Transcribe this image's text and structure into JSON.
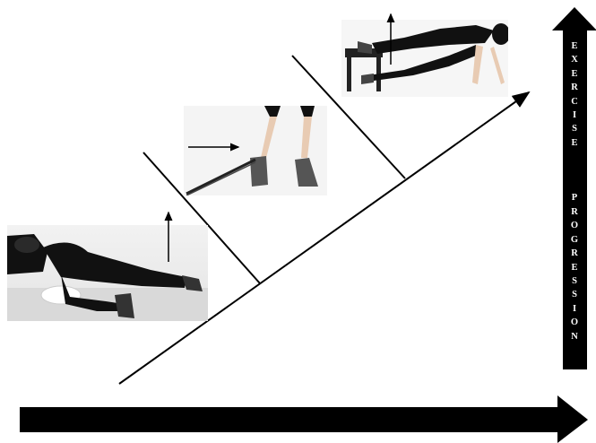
{
  "vertical_arrow": {
    "label": "E\nX\nE\nR\nC\nI\nS\nE\n\n\n\nP\nR\nO\nG\nR\nE\nS\nS\nI\nO\nN",
    "color": "#000000",
    "text_color": "#ffffff"
  },
  "horizontal_arrow": {
    "color": "#000000"
  },
  "photos": [
    {
      "name": "side-lying-hip-exercise",
      "description_icon": "person-side-lying-icon"
    },
    {
      "name": "standing-band-exercise",
      "description_icon": "person-standing-band-icon"
    },
    {
      "name": "side-plank-bench-exercise",
      "description_icon": "person-side-plank-icon"
    }
  ]
}
